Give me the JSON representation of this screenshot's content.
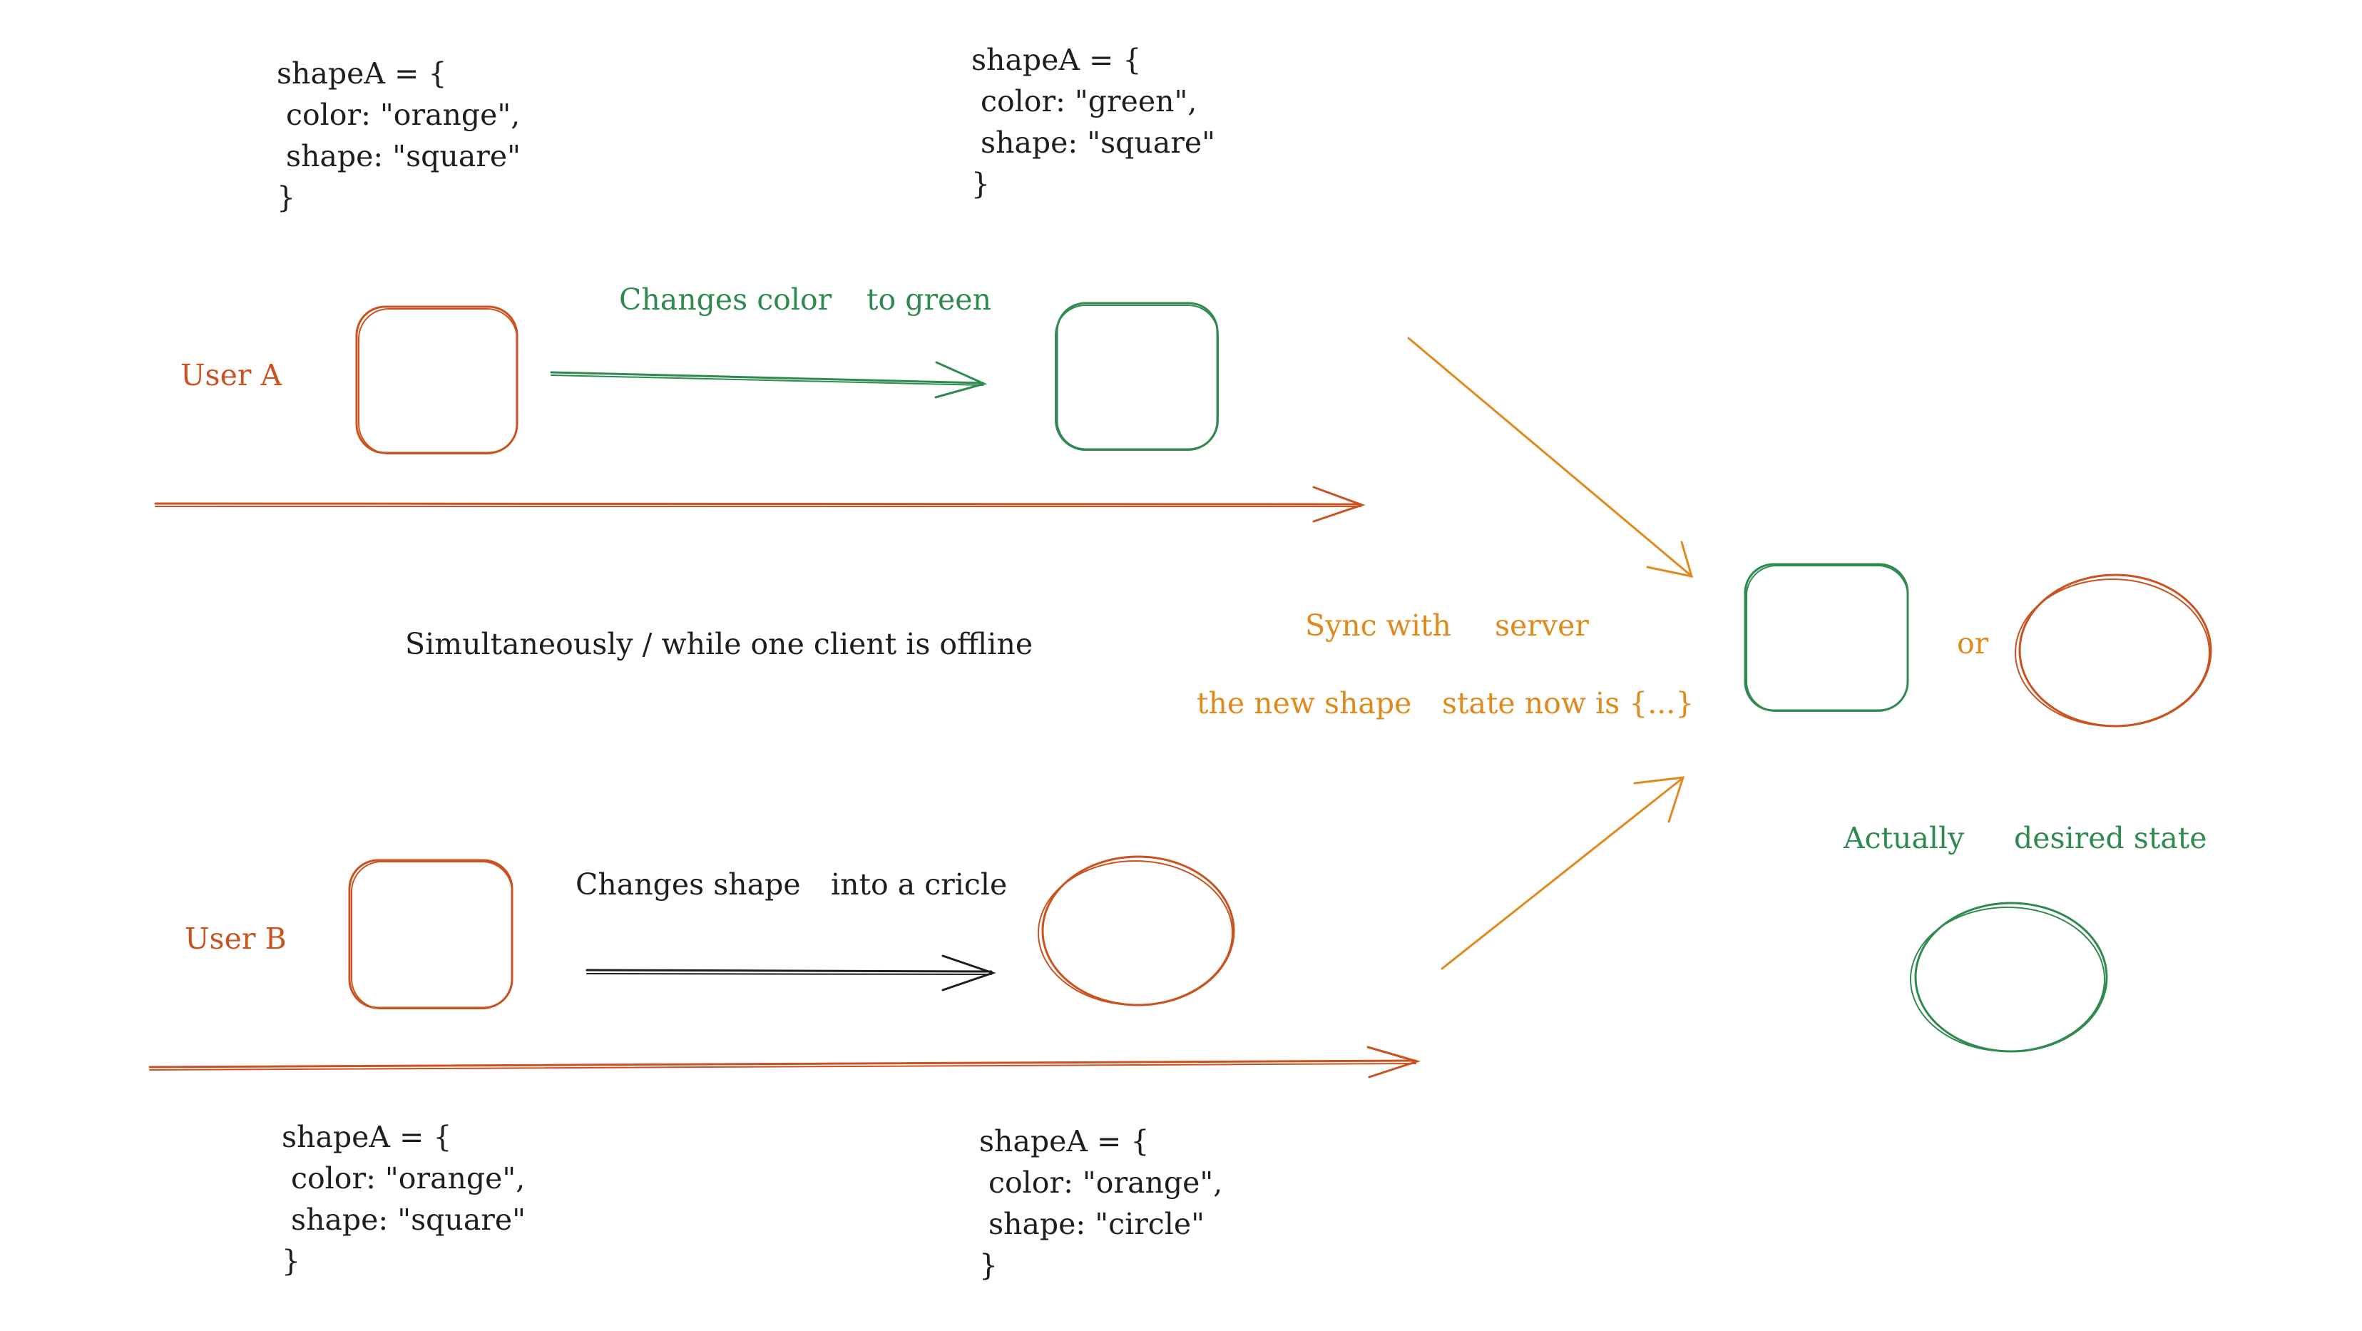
{
  "colors": {
    "ink": "#1e1e1e",
    "orange_red": "#c9521f",
    "green": "#2f8a4f",
    "amber": "#e08a1e"
  },
  "top_left_code": {
    "line1": "shapeA = {",
    "line2": " color: \"orange\",",
    "line3": " shape: \"square\"",
    "line4": "}"
  },
  "top_right_code": {
    "line1": "shapeA = {",
    "line2": " color: \"green\",",
    "line3": " shape: \"square\"",
    "line4": "}"
  },
  "bottom_left_code": {
    "line1": "shapeA = {",
    "line2": " color: \"orange\",",
    "line3": " shape: \"square\"",
    "line4": "}"
  },
  "bottom_right_code": {
    "line1": "shapeA = {",
    "line2": " color: \"orange\",",
    "line3": " shape: \"circle\"",
    "line4": "}"
  },
  "user_a": {
    "label": "User A",
    "action_part1": "Changes color",
    "action_part2": "to green"
  },
  "user_b": {
    "label": "User B",
    "action_part1": "Changes shape",
    "action_part2": "into a cricle"
  },
  "middle_note": "Simultaneously / while one client is offline",
  "sync": {
    "part1": "Sync with",
    "part2": "server",
    "part3": "the new shape",
    "part4": "state now is {...}"
  },
  "result": {
    "or": "or",
    "actually": "Actually",
    "desired_state": "desired state"
  }
}
